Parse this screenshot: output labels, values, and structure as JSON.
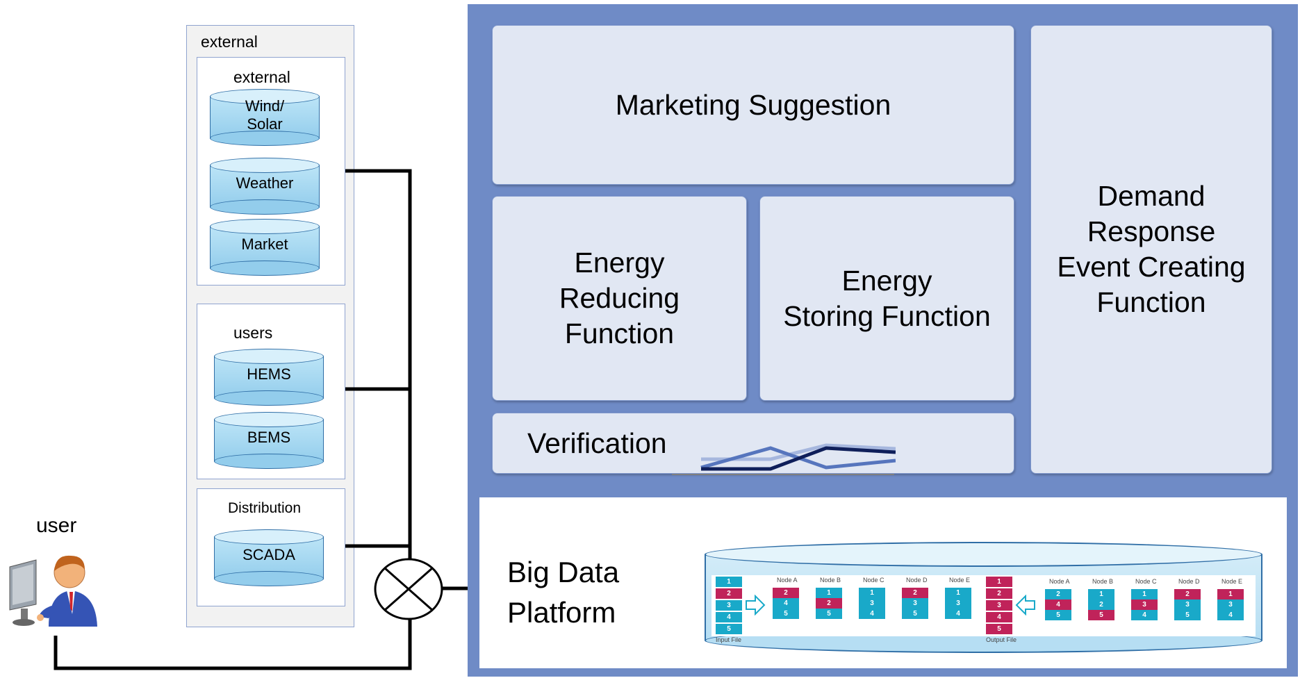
{
  "left": {
    "outer_label": "external",
    "external_group": {
      "label": "external",
      "dbs": [
        "Wind/\nSolar",
        "Weather",
        "Market"
      ]
    },
    "users_group": {
      "label": "users",
      "dbs": [
        "HEMS",
        "BEMS"
      ]
    },
    "distribution_group": {
      "label": "Distribution",
      "dbs": [
        "SCADA"
      ]
    },
    "user_label": "user"
  },
  "panels": {
    "marketing": "Marketing Suggestion",
    "energy_reducing": "Energy\nReducing\nFunction",
    "energy_storing": "Energy\nStoring Function",
    "demand_response": "Demand\nResponse\nEvent Creating\nFunction",
    "verification": "Verification"
  },
  "big_data": {
    "title": "Big Data\nPlatform",
    "input_label": "Input File",
    "output_label": "Output File",
    "nodes_left": [
      "Node A",
      "Node B",
      "Node C",
      "Node D",
      "Node E"
    ],
    "nodes_right": [
      "Node A",
      "Node B",
      "Node C",
      "Node D",
      "Node E"
    ],
    "file_rows": [
      "1",
      "2",
      "3",
      "4",
      "5"
    ]
  },
  "colors": {
    "frame": "#6f8bc6",
    "panel": "#e1e7f3",
    "db": "#93cdec",
    "teal": "#19a9c9",
    "magenta": "#c0235a"
  }
}
